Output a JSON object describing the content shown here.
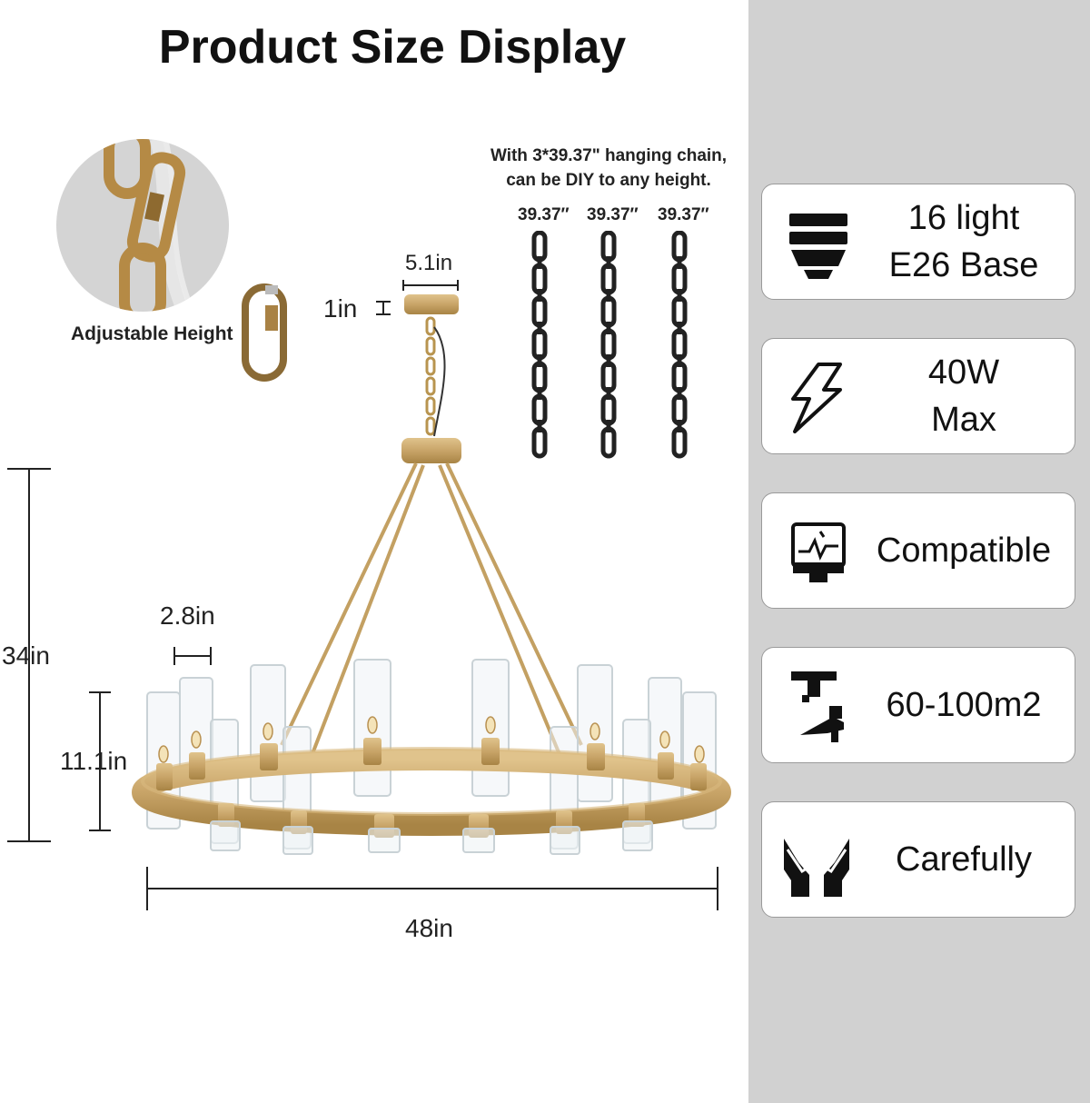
{
  "header": {
    "title": "Product Size Display"
  },
  "chain": {
    "adjust_label": "Adjustable Height",
    "note": "With 3*39.37\" hanging chain,\ncan be DIY to any height.",
    "lengths": [
      "39.37″",
      "39.37″",
      "39.37″"
    ]
  },
  "dimensions": {
    "canopy_width": "5.1in",
    "canopy_height": "1in",
    "total_height": "34in",
    "shade_width": "2.8in",
    "shade_height": "11.1in",
    "diameter": "48in"
  },
  "features": [
    {
      "icon": "bulb-base-icon",
      "text": "16 light\nE26 Base"
    },
    {
      "icon": "lightning-icon",
      "text": "40W\nMax"
    },
    {
      "icon": "dimmer-monitor-icon",
      "text": "Compatible"
    },
    {
      "icon": "ceiling-mount-icon",
      "text": "60-100m2"
    },
    {
      "icon": "caring-hands-icon",
      "text": "Carefully"
    }
  ],
  "colors": {
    "brass": "#c8a468",
    "panel_bg": "#d1d1d1",
    "card_border": "#9a9a9a"
  }
}
